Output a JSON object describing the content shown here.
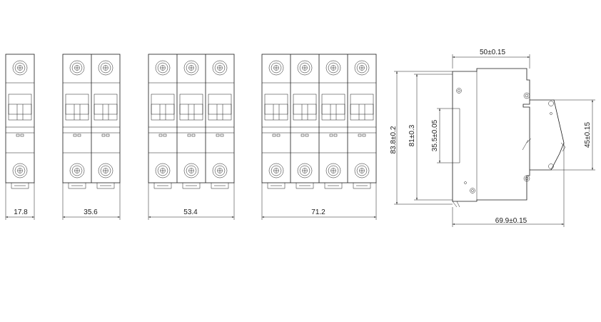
{
  "breakers": [
    {
      "poles": 1,
      "width_label": "17.8"
    },
    {
      "poles": 2,
      "width_label": "35.6"
    },
    {
      "poles": 3,
      "width_label": "53.4"
    },
    {
      "poles": 4,
      "width_label": "71.2"
    }
  ],
  "side_view": {
    "depth_label": "50±0.15",
    "height_outer_label": "83.8±0.2",
    "height_inner_label": "81±0.3",
    "rail_label": "35.5±0.05",
    "front_label": "45±0.15",
    "total_depth_label": "69.9±0.15"
  }
}
